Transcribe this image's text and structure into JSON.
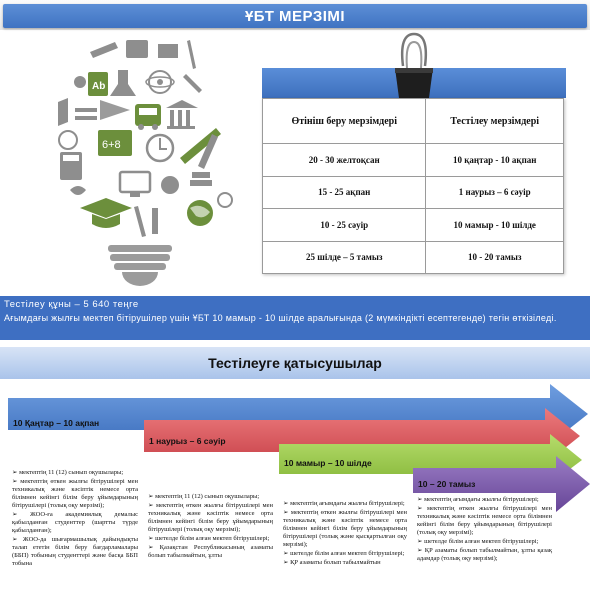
{
  "header": {
    "title": "ҰБТ МЕРЗІМІ"
  },
  "table": {
    "col1": "Өтініш беру  мерзімдері",
    "col2": "Тестілеу мерзімдері",
    "rows": [
      [
        "20 - 30 желтоқсан",
        "10 қаңтар - 10 ақпан"
      ],
      [
        "15 - 25 ақпан",
        "1 наурыз – 6 сәуір"
      ],
      [
        "10 - 25 сәуір",
        "10 мамыр - 10 шілде"
      ],
      [
        "25 шілде – 5 тамыз",
        "10  - 20 тамыз"
      ]
    ]
  },
  "info": {
    "price": "Тестілеу құны – 5 640 теңге",
    "note": "Ағымдағы жылғы мектеп бітірушілер үшін ҰБТ 10 мамыр - 10 шілде аралығында (2 мүмкіндікті есептегенде) тегін өткізіледі."
  },
  "participants": {
    "title": "Тестілеуге қатысушылар",
    "stages": [
      {
        "label": "10  Қаңтар – 10 ақпан",
        "items": [
          "➢  мектептің 11 (12) сынып оқушылары;",
          "➢  мектептің өткен жылғы бітірушілері мен техникалық және кәсіптік немесе орта білімнен кейінгі білім беру ұйымдарының бітірушілері (толық оқу мерзімі);",
          "➢  ЖОО-ға академиялық демалыс қабылданған студенттер (шартты түрде қабылданған);",
          "➢  ЖОО-да шығармашылық дайындықты талап ететін білім беру бағдарламалары (ББП) тобының студенттері және басқа ББП тобына"
        ]
      },
      {
        "label": "1 наурыз – 6 сәуір",
        "items": [
          "➢  мектептің 11 (12) сынып оқушылары;",
          "➢  мектептің өткен жылғы бітірушілері мен техникалық және кәсіптік немесе орта білімнен кейінгі білім беру ұйымдарының бітірушілері (толық оқу мерзімі);",
          "➢  шетелде білім алған мектеп бітірушілері;",
          "➢  Қазақстан Республикасының азаматы болып табылмайтын, ұлты"
        ]
      },
      {
        "label": "10 мамыр – 10  шілде",
        "items": [
          "➢  мектептің ағымдағы жылғы бітірушілері;",
          "➢  мектептің өткен жылғы бітірушілері мен техникалық және кәсіптік немесе орта білімнен кейінгі білім беру ұйымдарының бітірушілері (толық және қысқартылған оқу мерзімі);",
          "➢  шетелде білім алған мектеп бітірушілері;",
          "➢  ҚР азаматы болып табылмайтын"
        ]
      },
      {
        "label": "10 – 20 тамыз",
        "items": [
          "➢  мектептің ағымдағы жылғы бітірушілері;",
          "➢  мектептің өткен жылғы бітірушілері мен техникалық және кәсіптік немесе орта білімнен кейінгі білім беру ұйымдарының бітірушілері (толық оқу мерзімі);",
          "➢  шетелде білім алған мектеп бітірушілері;",
          "➢  ҚР азаматы болып табылмайтын, ұлты қазақ адамдар (толық оқу мерзімі);"
        ]
      }
    ]
  },
  "colors": {
    "brand_blue": "#3e6fc2",
    "stage1": "#4a7fcf",
    "stage2": "#d9545a",
    "stage3": "#9ccb4f",
    "stage4": "#7c5aa9"
  }
}
